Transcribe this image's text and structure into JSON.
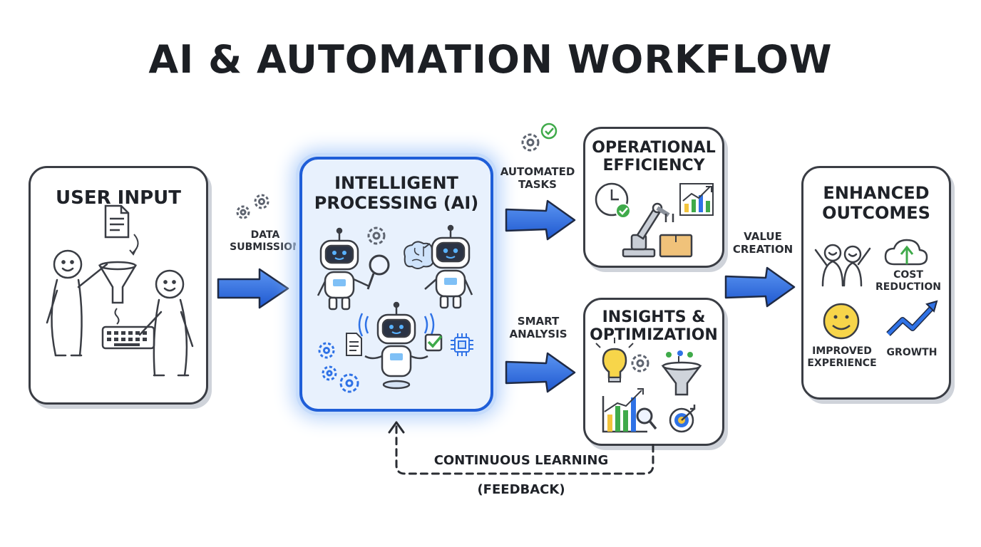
{
  "title": "AI & AUTOMATION WORKFLOW",
  "stages": {
    "user_input": {
      "title": "USER INPUT"
    },
    "ai": {
      "title_line1": "INTELLIGENT",
      "title_line2": "PROCESSING (AI)"
    },
    "operational": {
      "title_line1": "OPERATIONAL",
      "title_line2": "EFFICIENCY"
    },
    "insights": {
      "title_line1": "INSIGHTS &",
      "title_line2": "OPTIMIZATION"
    },
    "outcomes": {
      "title_line1": "ENHANCED",
      "title_line2": "OUTCOMES",
      "items": {
        "cost_line1": "COST",
        "cost_line2": "REDUCTION",
        "experience_line1": "IMPROVED",
        "experience_line2": "EXPERIENCE",
        "growth": "GROWTH"
      }
    }
  },
  "connectors": {
    "data_submission_line1": "DATA",
    "data_submission_line2": "SUBMISSION",
    "automated_tasks_line1": "AUTOMATED",
    "automated_tasks_line2": "TASKS",
    "smart_analysis_line1": "SMART",
    "smart_analysis_line2": "ANALYSIS",
    "value_creation_line1": "VALUE",
    "value_creation_line2": "CREATION",
    "feedback_line1": "CONTINUOUS LEARNING",
    "feedback_line2": "(FEEDBACK)"
  },
  "colors": {
    "accent_blue": "#2f72e6",
    "highlight_border": "#1f5ed8",
    "success_green": "#3faa4a",
    "chart_yellow": "#f3c43c",
    "outline": "#3a3d44"
  }
}
